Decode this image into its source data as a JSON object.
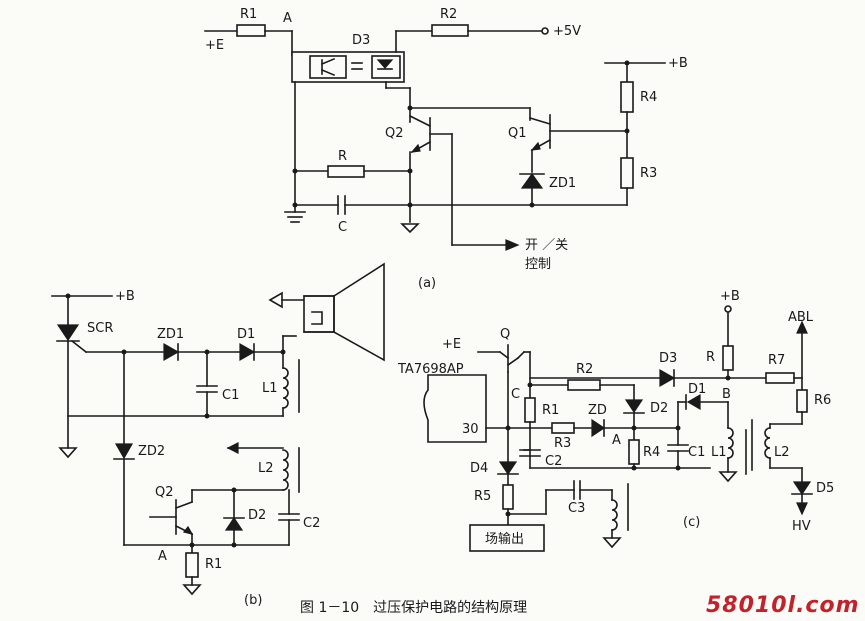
{
  "diagram_a": {
    "sub_label": "(a)",
    "labels": {
      "r1": "R1",
      "a": "A",
      "plus_e": "+E",
      "d3": "D3",
      "r2": "R2",
      "plus_5v": "+5V",
      "plus_b": "+B",
      "r4": "R4",
      "r3": "R3",
      "q2": "Q2",
      "q1": "Q1",
      "zd1": "ZD1",
      "r": "R",
      "c": "C",
      "switch_line1": "开 ／关",
      "switch_line2": "控制"
    }
  },
  "diagram_b": {
    "sub_label": "(b)",
    "labels": {
      "plus_b": "+B",
      "scr": "SCR",
      "zd1": "ZD1",
      "d1": "D1",
      "c1": "C1",
      "l1": "L1",
      "zd2": "ZD2",
      "l2": "L2",
      "q2": "Q2",
      "d2": "D2",
      "c2": "C2",
      "a": "A",
      "r1": "R1"
    }
  },
  "diagram_c": {
    "sub_label": "(c)",
    "labels": {
      "plus_e": "+E",
      "q": "Q",
      "ic": "TA7698AP",
      "pin30": "30",
      "c": "C",
      "r2": "R2",
      "r1": "R1",
      "zd": "ZD",
      "d2": "D2",
      "r3": "R3",
      "c2": "C2",
      "a": "A",
      "r4": "R4",
      "d1": "D1",
      "c1": "C1",
      "l1": "L1",
      "d3": "D3",
      "plus_b": "+B",
      "r": "R",
      "b": "B",
      "r7": "R7",
      "abl": "ABL",
      "r6": "R6",
      "l2": "L2",
      "d5": "D5",
      "hv": "HV",
      "d4": "D4",
      "r5": "R5",
      "c3": "C3",
      "field_out": "场输出"
    }
  },
  "caption": "图 1－10　过压保护电路的结构原理",
  "watermark": "58010l.com"
}
